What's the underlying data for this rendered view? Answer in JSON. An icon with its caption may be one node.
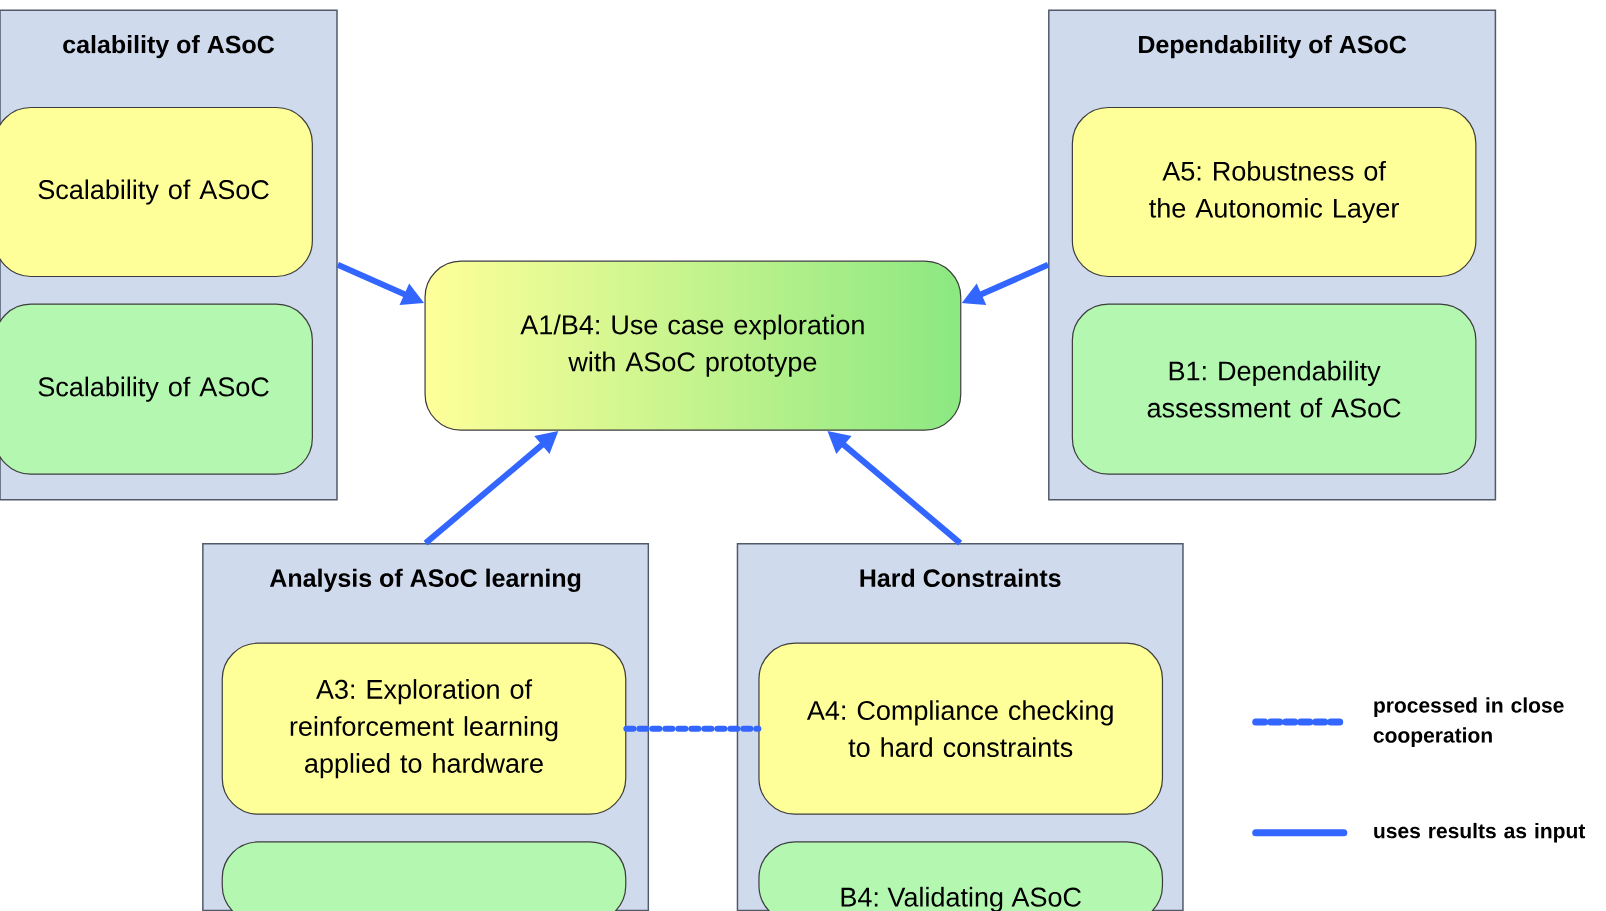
{
  "diagram": {
    "nodes": [
      {
        "text": [
          "calability of ASoC"
        ]
      },
      {
        "text": [
          "Scalability of ASoC"
        ],
        "in": 0
      },
      {
        "text": [
          "Scalability of ASoC"
        ],
        "in": 0
      },
      {
        "text": [
          "A1/B4: Use case exploration with ASoC prototype"
        ]
      },
      {
        "text": [
          "Dependability of ASoC"
        ]
      },
      {
        "text": [
          "A5: Robustness of the Autonomic Layer"
        ],
        "in": 4
      },
      {
        "text": [
          "B1: Dependability assessment of ASoC"
        ],
        "in": 4
      },
      {
        "text": [
          "Analysis of ASoC learning"
        ]
      },
      {
        "text": [
          "A3: Exploration of reinforcement learning applied to hardware"
        ],
        "in": 7
      },
      {
        "text": [],
        "shape": "box",
        "in": 7
      },
      {
        "text": [
          "Hard Constraints"
        ]
      },
      {
        "text": [
          "A4: Compliance checking to hard constraints"
        ],
        "in": 10
      },
      {
        "text": [
          "B4: Validating ASoC"
        ],
        "in": 10
      }
    ],
    "edges": [
      {
        "from": 0,
        "to": 3,
        "arrow": "to"
      },
      {
        "from": 4,
        "to": 3,
        "arrow": "to"
      },
      {
        "from": 7,
        "to": 3,
        "arrow": "to"
      },
      {
        "from": 10,
        "to": 3,
        "arrow": "to"
      },
      {
        "from": 8,
        "to": 11,
        "arrow": "none",
        "style": "dashed"
      }
    ],
    "legend": [
      {
        "text": "processed in close cooperation"
      },
      {
        "text": "uses results as input"
      }
    ]
  }
}
